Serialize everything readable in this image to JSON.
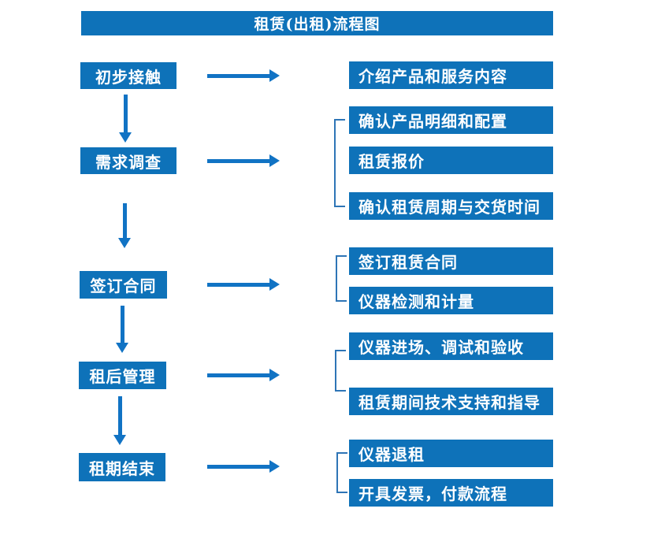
{
  "title": "租赁(出租)流程图",
  "colors": {
    "box_blue": "#0e72b9",
    "arrow_blue": "#1173c4",
    "bracket_blue": "#2e75b6",
    "text_white": "#ffffff",
    "page_bg": "#ffffff"
  },
  "stages": [
    {
      "label": "初步接触"
    },
    {
      "label": "需求调查"
    },
    {
      "label": "签订合同"
    },
    {
      "label": "租后管理"
    },
    {
      "label": "租期结束"
    }
  ],
  "details": [
    {
      "label": "介绍产品和服务内容"
    },
    {
      "label": "确认产品明细和配置"
    },
    {
      "label": "租赁报价"
    },
    {
      "label": "确认租赁周期与交货时间"
    },
    {
      "label": "签订租赁合同"
    },
    {
      "label": "仪器检测和计量"
    },
    {
      "label": "仪器进场、调试和验收"
    },
    {
      "label": "租赁期间技术支持和指导"
    },
    {
      "label": "仪器退租"
    },
    {
      "label": "开具发票，付款流程"
    }
  ]
}
